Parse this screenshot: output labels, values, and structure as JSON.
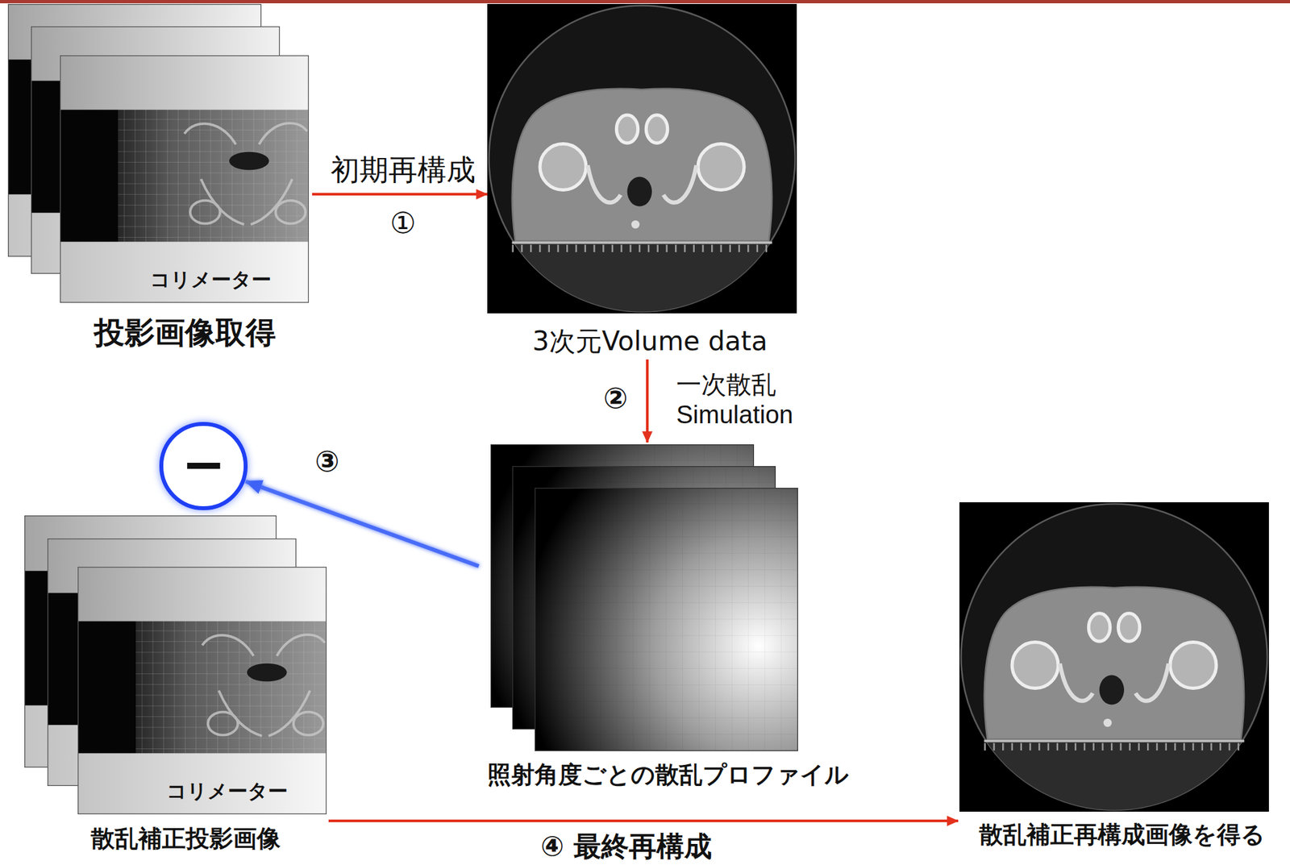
{
  "diagram": {
    "nodes": [
      {
        "text": [
          "コリメーター",
          "投影画像取得"
        ]
      },
      {
        "text": [
          "3次元Volume data"
        ]
      },
      {
        "text": [
          "照射角度ごとの散乱プロファイル"
        ]
      },
      {
        "text": [
          "−"
        ]
      },
      {
        "text": [
          "コリメーター",
          "散乱補正投影画像"
        ]
      },
      {
        "text": [
          "散乱補正再構成画像を得る"
        ]
      }
    ],
    "edges": [
      {
        "from": 0,
        "to": 1,
        "arrow": "to",
        "label": "初期再構成"
      },
      {
        "from": 1,
        "to": 2,
        "arrow": "to",
        "label": "一次散乱 Simulation"
      },
      {
        "from": 0,
        "to": 3,
        "arrow": "to"
      },
      {
        "from": 2,
        "to": 3,
        "arrow": "to"
      },
      {
        "from": 4,
        "to": 5,
        "arrow": "to",
        "label": "④ 最終再構成"
      }
    ],
    "labels": [
      "①",
      "②",
      "③"
    ]
  }
}
